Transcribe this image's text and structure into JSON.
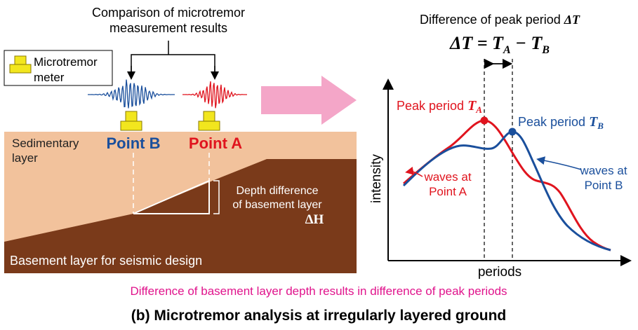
{
  "left_panel": {
    "comparison_title_line1": "Comparison of microtremor",
    "comparison_title_line2": "measurement results",
    "legend_label_line1": "Microtremor",
    "legend_label_line2": "meter",
    "point_b_label": "Point B",
    "point_a_label": "Point A",
    "sedimentary_label_line1": "Sedimentary",
    "sedimentary_label_line2": "layer",
    "depth_label_line1": "Depth difference",
    "depth_label_line2": "of basement layer",
    "depth_symbol": "ΔH",
    "basement_label": "Basement layer for seismic design",
    "colors": {
      "point_a": "#e0141e",
      "point_b": "#1a4f9c",
      "sediment": "#f2c29c",
      "basement": "#7a3a1a",
      "meter": "#f2e61e"
    }
  },
  "right_panel": {
    "title_line1": "Difference of peak period ",
    "title_symbol": "ΔT",
    "equation": "ΔT = T",
    "equation_sub_a": "A",
    "equation_minus": " −  T",
    "equation_sub_b": "B",
    "peak_a_label": "Peak period ",
    "peak_a_symbol": "T",
    "peak_a_sub": "A",
    "peak_b_label": "Peak period ",
    "peak_b_symbol": "T",
    "peak_b_sub": "B",
    "ylabel": "intensity",
    "xlabel": "periods",
    "waves_a_line1": "waves at",
    "waves_a_line2": "Point A",
    "waves_b_line1": "waves at",
    "waves_b_line2": "Point B"
  },
  "caption": "Difference of basement layer depth results in difference of peak periods",
  "subtitle": "(b) Microtremor analysis at irregularly layered ground",
  "colors": {
    "arrow": "#f4a6c8",
    "caption": "#e0148c"
  }
}
